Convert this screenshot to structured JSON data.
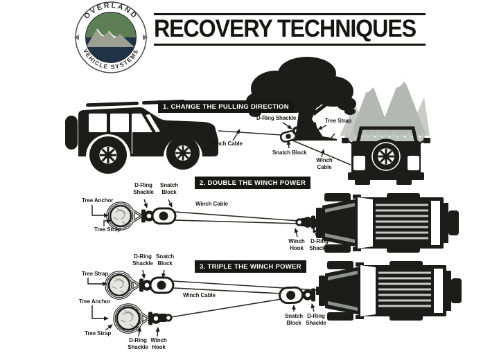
{
  "logo": {
    "top_text": "OVERLAND",
    "bottom_text": "VEHICLE SYSTEMS"
  },
  "title": "RECOVERY TECHNIQUES",
  "colors": {
    "ink": "#1c1c1a",
    "mountain_gray": "#b4b8b2",
    "logo_green": "#5d7f55",
    "logo_navy": "#203246"
  },
  "sections": {
    "s1": {
      "heading": "1. CHANGE THE PULLING DIRECTION",
      "labels": {
        "d_ring_shackle": "D-Ring Shackle",
        "tree_strap": "Tree Strap",
        "winch_cable": "Winch Cable",
        "snatch_block": "Snatch Block",
        "winch_cable2": "Winch\nCable"
      }
    },
    "s2": {
      "heading": "2. DOUBLE THE WINCH POWER",
      "labels": {
        "tree_anchor": "Tree Anchor",
        "tree_strap": "Tree Strap",
        "d_ring_shackle": "D-Ring\nShackle",
        "snatch_block": "Snatch\nBlock",
        "winch_cable": "Winch Cable",
        "winch_hook": "Winch\nHook",
        "d_ring_shackle_front": "D-Ring\nShackle"
      }
    },
    "s3": {
      "heading": "3. TRIPLE THE WINCH POWER",
      "labels": {
        "tree_strap_top": "Tree Strap",
        "d_ring_shackle_top": "D-Ring\nShackle",
        "snatch_block_top": "Snatch\nBlock",
        "winch_cable": "Winch Cable",
        "tree_anchor": "Tree Anchor",
        "tree_strap_bottom": "Tree Strap",
        "d_ring_shackle_bottom": "D-Ring\nShackle",
        "winch_hook": "Winch\nHook",
        "snatch_block_front": "Snatch\nBlock",
        "d_ring_shackle_front": "D-Ring\nShackle"
      }
    }
  }
}
